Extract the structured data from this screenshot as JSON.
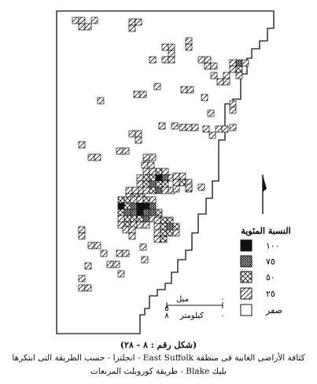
{
  "legend": {
    "title": "النسبة المئوية",
    "classes": [
      {
        "label": "١٠٠",
        "pattern": "solid"
      },
      {
        "label": "٧٥",
        "pattern": "dense-cross"
      },
      {
        "label": "٥٠",
        "pattern": "cross"
      },
      {
        "label": "٢٥",
        "pattern": "diagonal"
      },
      {
        "label": "صفر",
        "pattern": "empty"
      }
    ]
  },
  "north_arrow_symbol": "north-arrow",
  "scale": {
    "miles_label": "ميل",
    "km_label": "كيلومتر",
    "miles_value": "٥",
    "km_value": "٨",
    "zero": "٠"
  },
  "caption": {
    "figure_number": "(شكل رقم : ٨ - ٢٨)",
    "line1": "كثافة الأراضى الغابية فى منطقة East Suffolk - انجلترا - حسب الطريقة التى ابتكرها",
    "line2": "بليك Blake - طريقة كوروبلث المربعات"
  },
  "colors": {
    "ink": "#111111",
    "paper": "#ffffff"
  }
}
